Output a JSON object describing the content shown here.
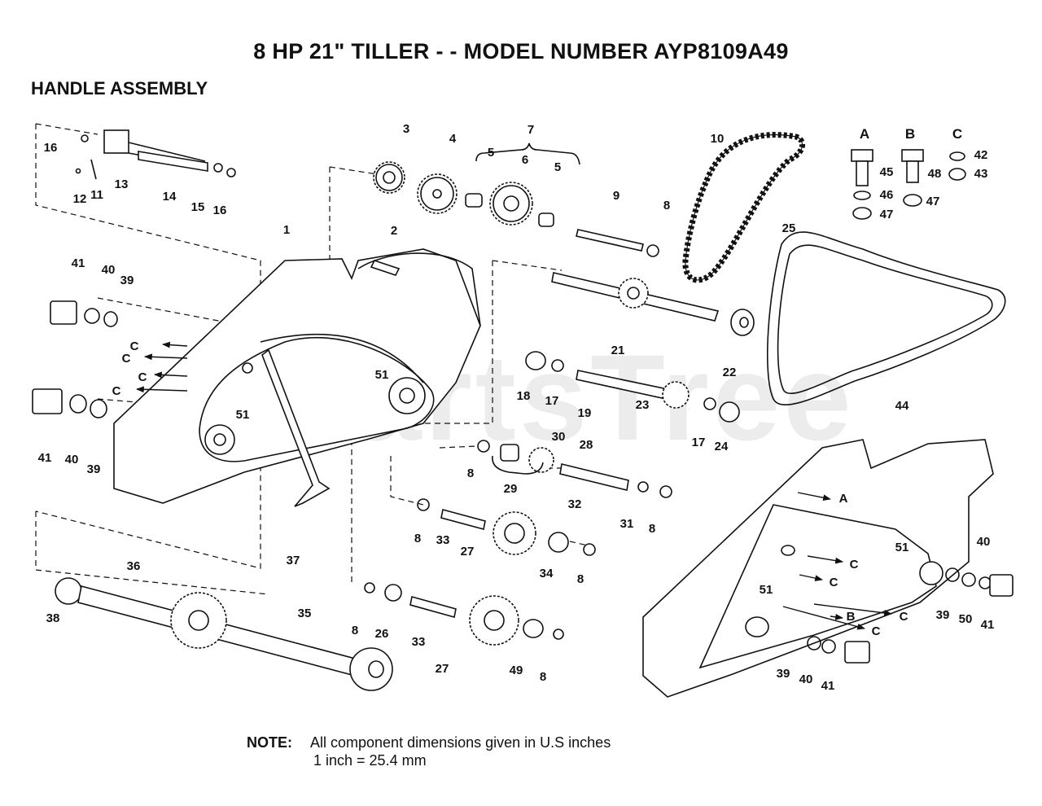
{
  "title": "8 HP 21\" TILLER - - MODEL NUMBER AYP8109A49",
  "subtitle": "HANDLE ASSEMBLY",
  "watermark": "PartsTree",
  "note": {
    "label": "NOTE:",
    "line1": "All component dimensions given in U.S  inches",
    "line2": "1 inch = 25.4 mm"
  },
  "kits": [
    "A",
    "B",
    "C"
  ],
  "arrow_labels": [
    "C",
    "C",
    "C",
    "C",
    "A",
    "C",
    "C",
    "B",
    "C",
    "C"
  ],
  "part_labels": [
    "16",
    "13",
    "11",
    "12",
    "14",
    "15",
    "16",
    "3",
    "4",
    "7",
    "5",
    "6",
    "5",
    "9",
    "8",
    "10",
    "45",
    "48",
    "42",
    "43",
    "46",
    "47",
    "47",
    "1",
    "2",
    "41",
    "40",
    "39",
    "25",
    "21",
    "22",
    "51",
    "18",
    "17",
    "19",
    "23",
    "17",
    "24",
    "44",
    "41",
    "40",
    "39",
    "51",
    "30",
    "28",
    "8",
    "29",
    "32",
    "31",
    "8",
    "8",
    "33",
    "27",
    "34",
    "8",
    "37",
    "36",
    "38",
    "35",
    "8",
    "26",
    "33",
    "27",
    "49",
    "8",
    "51",
    "40",
    "39",
    "50",
    "41",
    "51",
    "39",
    "40",
    "41"
  ]
}
